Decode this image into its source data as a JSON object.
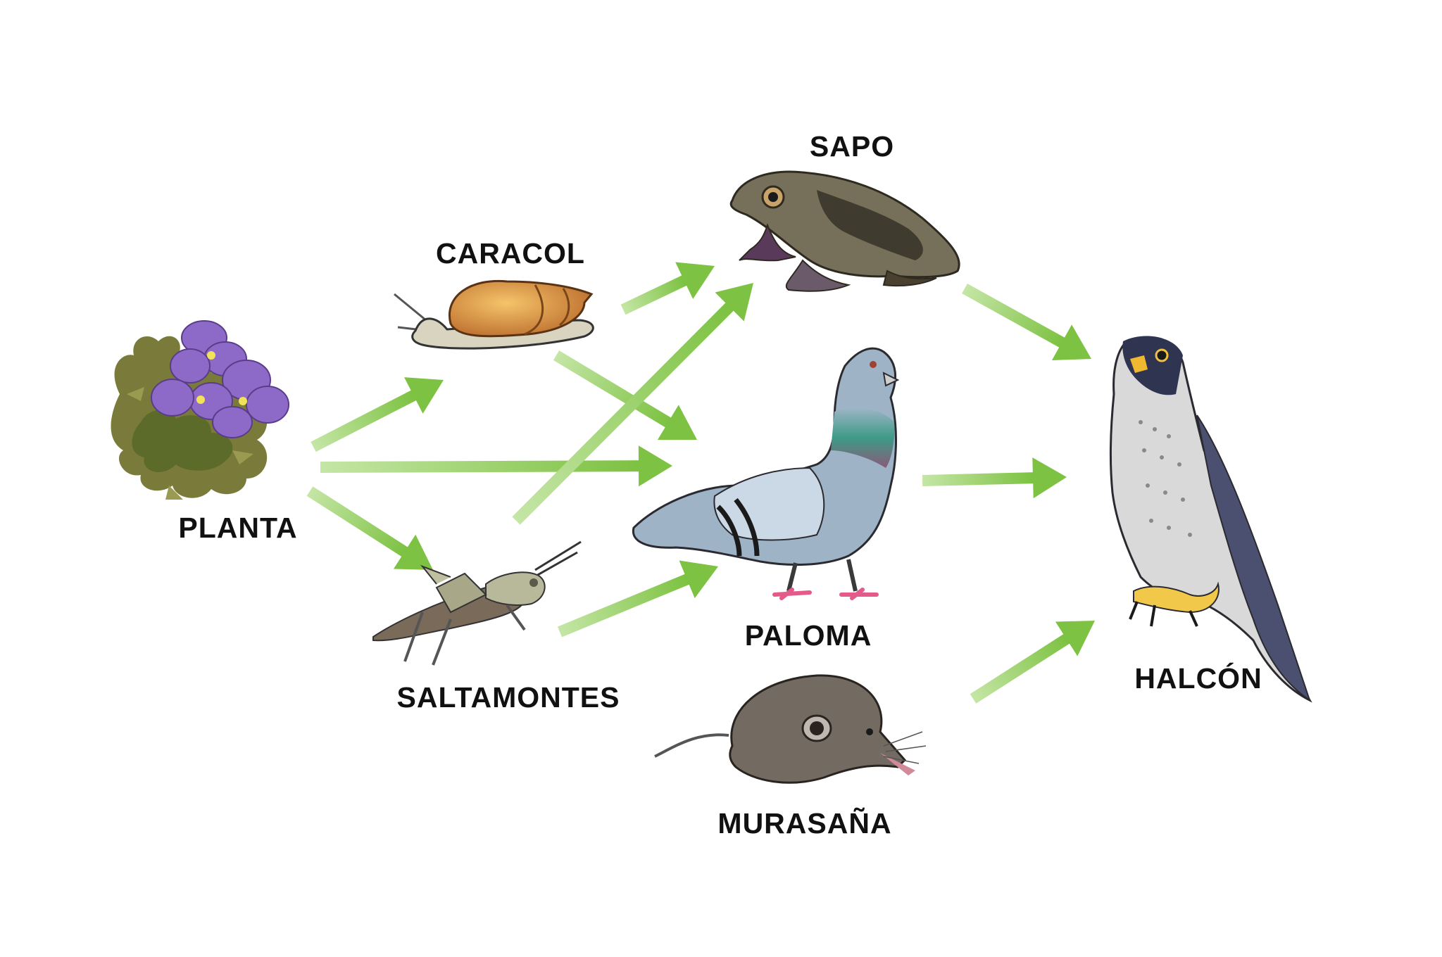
{
  "diagram": {
    "nodes": [
      {
        "id": "planta",
        "label": "PLANTA",
        "icon": "violet-flower-icon"
      },
      {
        "id": "caracol",
        "label": "CARACOL",
        "icon": "snail-icon"
      },
      {
        "id": "saltamontes",
        "label": "SALTAMONTES",
        "icon": "grasshopper-icon"
      },
      {
        "id": "sapo",
        "label": "SAPO",
        "icon": "toad-icon"
      },
      {
        "id": "paloma",
        "label": "PALOMA",
        "icon": "pigeon-icon"
      },
      {
        "id": "murasana",
        "label": "MURASAÑA",
        "icon": "shrew-icon"
      },
      {
        "id": "halcon",
        "label": "HALCÓN",
        "icon": "falcon-icon"
      }
    ],
    "edges": [
      {
        "from": "planta",
        "to": "caracol"
      },
      {
        "from": "planta",
        "to": "paloma"
      },
      {
        "from": "planta",
        "to": "saltamontes"
      },
      {
        "from": "caracol",
        "to": "sapo"
      },
      {
        "from": "caracol",
        "to": "paloma"
      },
      {
        "from": "saltamontes",
        "to": "sapo"
      },
      {
        "from": "saltamontes",
        "to": "paloma"
      },
      {
        "from": "sapo",
        "to": "halcon"
      },
      {
        "from": "paloma",
        "to": "halcon"
      },
      {
        "from": "murasana",
        "to": "halcon"
      }
    ],
    "colors": {
      "arrow": "#7dc242",
      "arrow_tail": "#c5e6a6",
      "text": "#111111"
    }
  }
}
